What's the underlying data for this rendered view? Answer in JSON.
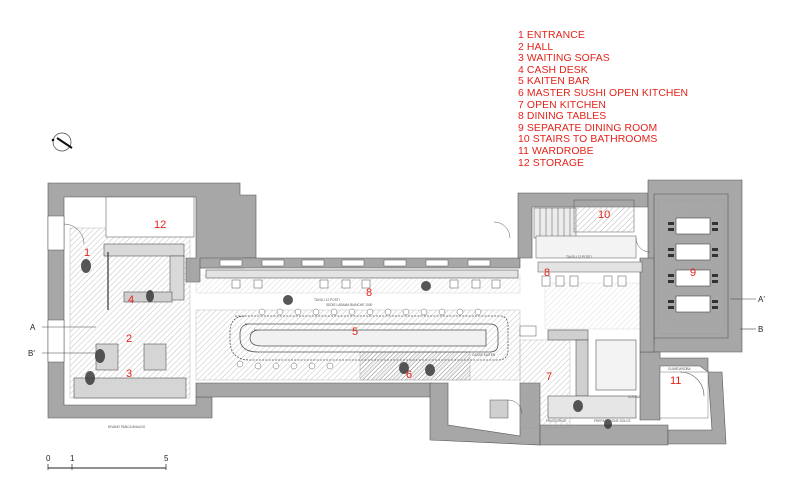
{
  "legend": [
    {
      "num": "1",
      "label": "ENTRANCE"
    },
    {
      "num": "2",
      "label": "HALL"
    },
    {
      "num": "3",
      "label": "WAITING SOFAS"
    },
    {
      "num": "4",
      "label": "CASH DESK"
    },
    {
      "num": "5",
      "label": "KAITEN BAR"
    },
    {
      "num": "6",
      "label": "MASTER SUSHI OPEN KITCHEN"
    },
    {
      "num": "7",
      "label": "OPEN KITCHEN"
    },
    {
      "num": "8",
      "label": "DINING TABLES"
    },
    {
      "num": "9",
      "label": "SEPARATE DINING ROOM"
    },
    {
      "num": "10",
      "label": "STAIRS TO BATHROOMS"
    },
    {
      "num": "11",
      "label": "WARDROBE"
    },
    {
      "num": "12",
      "label": "STORAGE"
    }
  ],
  "room_labels": [
    "1",
    "2",
    "3",
    "4",
    "5",
    "6",
    "7",
    "8",
    "9",
    "10",
    "11",
    "12"
  ],
  "section_marks": {
    "a_left": "A",
    "b_left": "B'",
    "a_right": "A'",
    "b_right": "B"
  },
  "scale_bar": [
    "0",
    "1",
    "5"
  ],
  "small_notes": {
    "tavoli_top": "TAVOLI 12 POSTI",
    "tavoli_right": "TAVOLI 12 POSTI",
    "seats_row": "SEDIE LABAMA BIANCHE 1000",
    "kaiten_note": "CASSE KAITEN",
    "wardrobe_note": "GUARDAROBA",
    "cucina": "CUCINA",
    "preparazione": "PREPARAZIONE DOLCE",
    "friggitrice": "FRIGGITRICE",
    "entrance_note": "DIVANO PANCA ANALDO"
  },
  "colors": {
    "wall": "#a7a7a7",
    "wall_edge": "#555555",
    "accent": "#e2231a",
    "hatch": "#9a9a9a"
  }
}
